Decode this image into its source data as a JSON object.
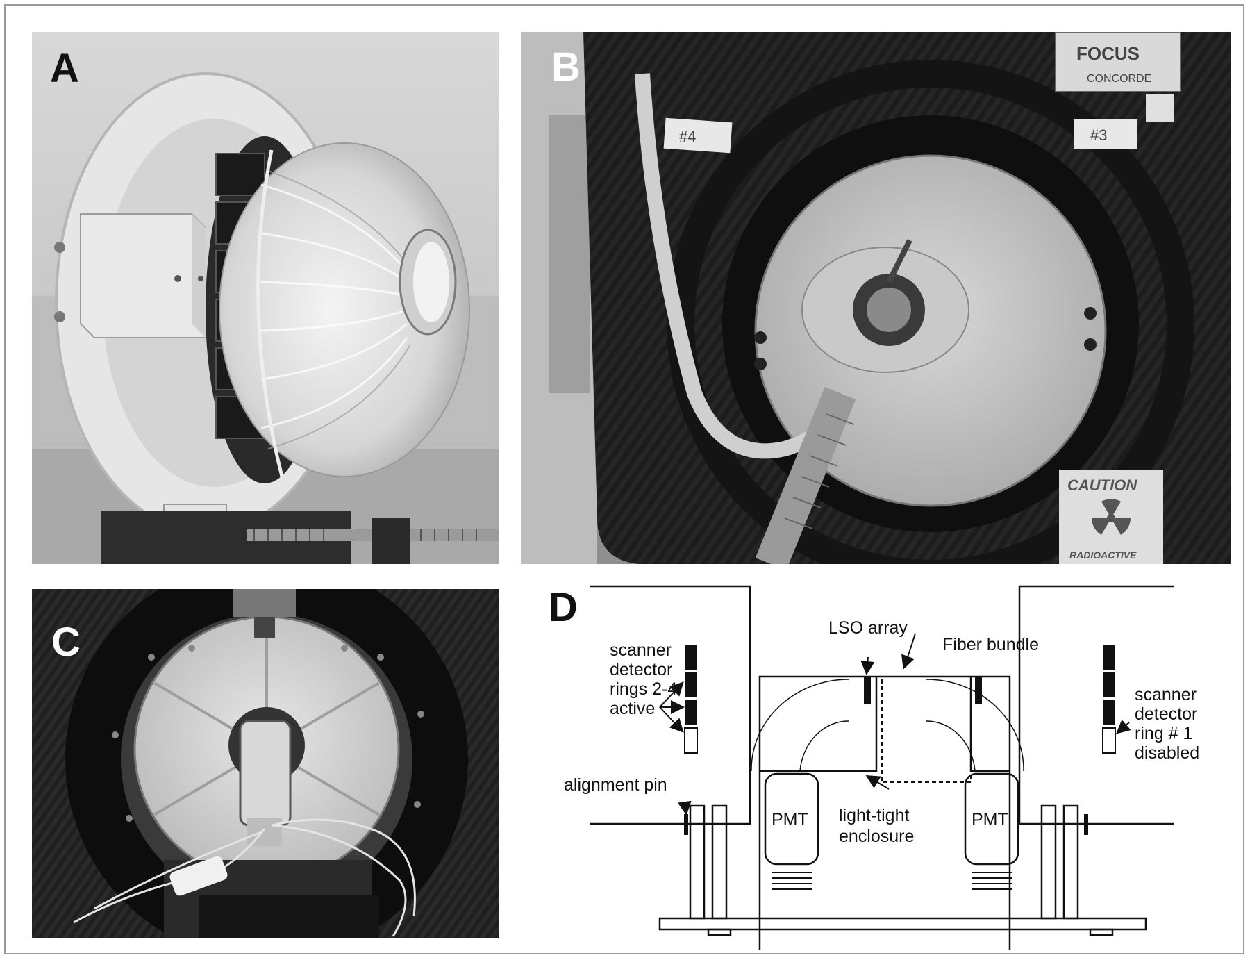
{
  "panels": {
    "a": {
      "letter": "A"
    },
    "b": {
      "letter": "B",
      "tag_left": "#4",
      "tag_right": "#3",
      "logo_word": "FOCUS",
      "logo_brand": "CONCORDE",
      "caution_title": "CAUTION",
      "caution_sub": "RADIOACTIVE"
    },
    "c": {
      "letter": "C"
    },
    "d": {
      "letter": "D",
      "labels": {
        "lso_array": "LSO array",
        "fiber_bundle": "Fiber bundle",
        "rings_active": [
          "scanner",
          "detector",
          "rings 2-4",
          "active"
        ],
        "ring_disabled": [
          "scanner",
          "detector",
          "ring # 1",
          "disabled"
        ],
        "alignment_pin": "alignment pin",
        "pmt": "PMT",
        "enclosure": [
          "light-tight",
          "enclosure"
        ]
      }
    }
  }
}
